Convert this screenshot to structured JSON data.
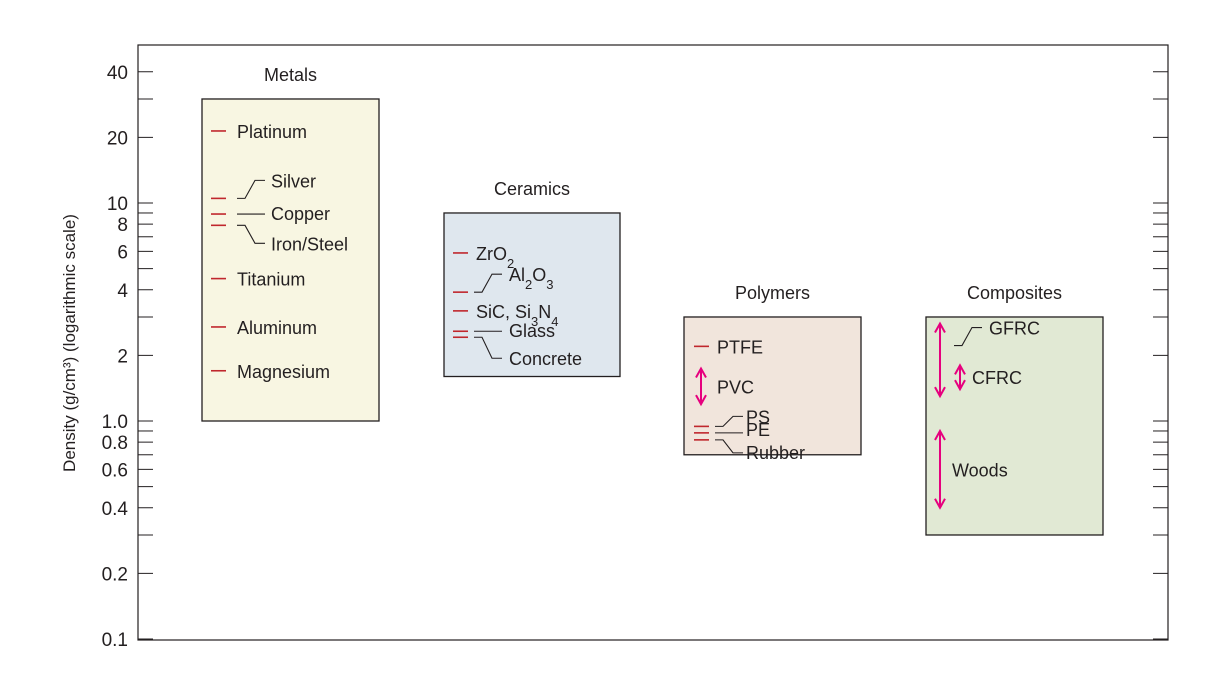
{
  "chart_data": {
    "type": "range",
    "ylabel": "Density (g/cm³) (logarithmic scale)",
    "yscale": "log",
    "ylim": [
      0.1,
      50
    ],
    "ytick_labels": [
      {
        "value": 40,
        "label": "40"
      },
      {
        "value": 20,
        "label": "20"
      },
      {
        "value": 10,
        "label": "10"
      },
      {
        "value": 8,
        "label": "8"
      },
      {
        "value": 6,
        "label": "6"
      },
      {
        "value": 4,
        "label": "4"
      },
      {
        "value": 2,
        "label": "2"
      },
      {
        "value": 1.0,
        "label": "1.0"
      },
      {
        "value": 0.8,
        "label": "0.8"
      },
      {
        "value": 0.6,
        "label": "0.6"
      },
      {
        "value": 0.4,
        "label": "0.4"
      },
      {
        "value": 0.2,
        "label": "0.2"
      },
      {
        "value": 0.1,
        "label": "0.1"
      }
    ],
    "minor_ticks": [
      30,
      9,
      7,
      5,
      3,
      0.9,
      0.7,
      0.5,
      0.3
    ],
    "grid": false,
    "colors": {
      "metals": "#f8f6e2",
      "ceramics": "#dfe7ee",
      "polymers": "#f1e5dc",
      "composites": "#e1e9d4",
      "tick_mark": "#c0272d",
      "range_arrow": "#e6007e",
      "text": "#231f20"
    },
    "groups": [
      {
        "name": "Metals",
        "range": [
          1.0,
          30
        ],
        "items": [
          {
            "label": "Platinum",
            "value": 21.4
          },
          {
            "label": "Silver",
            "value": 10.5
          },
          {
            "label": "Copper",
            "value": 8.9
          },
          {
            "label": "Iron/Steel",
            "value": 7.9
          },
          {
            "label": "Titanium",
            "value": 4.5
          },
          {
            "label": "Aluminum",
            "value": 2.7
          },
          {
            "label": "Magnesium",
            "value": 1.7
          }
        ]
      },
      {
        "name": "Ceramics",
        "range": [
          1.6,
          9
        ],
        "items": [
          {
            "label": "ZrO2",
            "value": 5.9,
            "sub": [
              {
                "t": "ZrO"
              },
              {
                "t": "2",
                "s": true
              }
            ]
          },
          {
            "label": "Al2O3",
            "value": 3.9,
            "sub": [
              {
                "t": "Al"
              },
              {
                "t": "2",
                "s": true
              },
              {
                "t": "O"
              },
              {
                "t": "3",
                "s": true
              }
            ]
          },
          {
            "label": "SiC, Si3N4",
            "value": 3.2,
            "sub": [
              {
                "t": "SiC, Si"
              },
              {
                "t": "3",
                "s": true
              },
              {
                "t": "N"
              },
              {
                "t": "4",
                "s": true
              }
            ]
          },
          {
            "label": "Glass",
            "value": 2.5
          },
          {
            "label": "Concrete",
            "value": 2.4
          }
        ]
      },
      {
        "name": "Polymers",
        "range": [
          0.7,
          3
        ],
        "items": [
          {
            "label": "PTFE",
            "value": 2.2
          },
          {
            "label": "PVC",
            "value_range": [
              1.3,
              1.6
            ]
          },
          {
            "label": "PS",
            "value": 1.05
          },
          {
            "label": "PE",
            "value": 0.93
          },
          {
            "label": "Rubber",
            "value": 0.9
          }
        ]
      },
      {
        "name": "Composites",
        "range": [
          0.3,
          3
        ],
        "items": [
          {
            "label": "GFRC",
            "value_range": [
              1.3,
              2.8
            ]
          },
          {
            "label": "CFRC",
            "value_range": [
              1.4,
              1.8
            ]
          },
          {
            "label": "Woods",
            "value_range": [
              0.4,
              0.9
            ]
          }
        ]
      }
    ]
  }
}
